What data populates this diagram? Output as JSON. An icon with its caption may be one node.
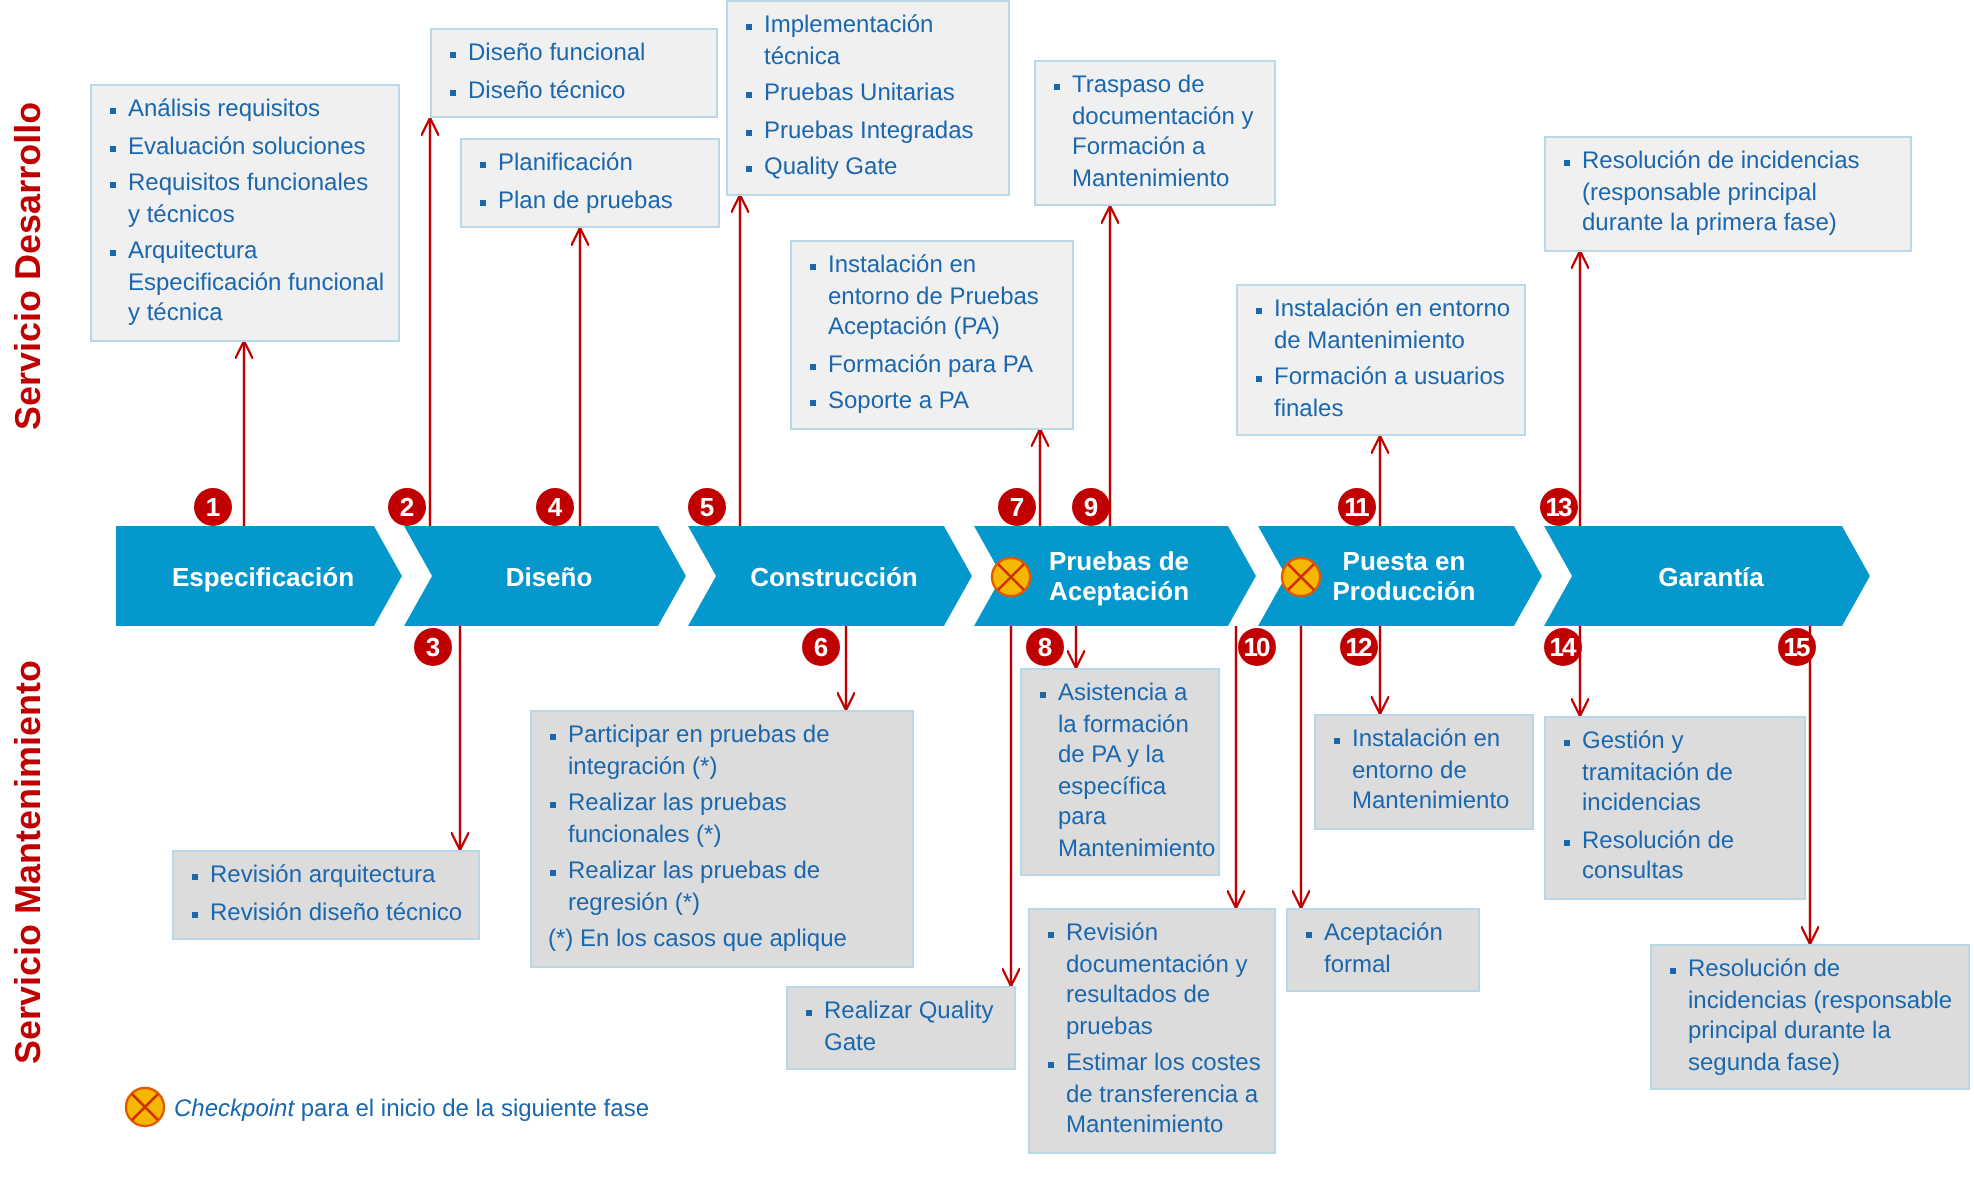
{
  "diagram": {
    "nodes": [
      {
        "text": [
          "Especificación"
        ]
      },
      {
        "text": [
          "Diseño"
        ]
      },
      {
        "text": [
          "Construcción"
        ]
      },
      {
        "text": [
          "Pruebas de Aceptación"
        ]
      },
      {
        "text": [
          "Puesta en Producción"
        ]
      },
      {
        "text": [
          "Garantía"
        ]
      },
      {
        "text": [],
        "shape": "circle",
        "in": 3
      },
      {
        "text": [],
        "shape": "circle",
        "in": 4
      },
      {
        "text": [
          "Análisis requisitos",
          "Evaluación soluciones",
          "Requisitos funcionales y técnicos",
          "Arquitectura Especificación funcional y técnica"
        ]
      },
      {
        "text": [
          "Diseño funcional",
          "Diseño técnico"
        ]
      },
      {
        "text": [
          "Planificación",
          "Plan de pruebas"
        ]
      },
      {
        "text": [
          "Implementación técnica",
          "Pruebas Unitarias",
          "Pruebas Integradas",
          "Quality Gate"
        ]
      },
      {
        "text": [
          "Instalación en entorno de Pruebas Aceptación (PA)",
          "Formación para PA",
          "Soporte a PA"
        ]
      },
      {
        "text": [
          "Traspaso de documentación y Formación a Mantenimiento"
        ]
      },
      {
        "text": [
          "Instalación en entorno de Mantenimiento",
          "Formación a usuarios finales"
        ]
      },
      {
        "text": [
          "Resolución de incidencias (responsable principal durante la primera fase)"
        ]
      },
      {
        "text": [
          "Revisión arquitectura",
          "Revisión diseño técnico"
        ]
      },
      {
        "text": [
          "Participar en pruebas de integración (*)",
          "Realizar las pruebas funcionales (*)",
          "Realizar las pruebas de regresión (*)",
          "(*) En los casos que aplique"
        ]
      },
      {
        "text": [
          "Realizar Quality Gate"
        ]
      },
      {
        "text": [
          "Asistencia a la formación de PA y la específica para Mantenimiento"
        ]
      },
      {
        "text": [
          "Revisión documentación y resultados de pruebas",
          "Estimar los costes de transferencia a Mantenimiento"
        ]
      },
      {
        "text": [
          "Instalación en entorno de Mantenimiento"
        ]
      },
      {
        "text": [
          "Aceptación formal"
        ]
      },
      {
        "text": [
          "Gestión y tramitación de incidencias",
          "Resolución de consultas"
        ]
      },
      {
        "text": [
          "Resolución de incidencias (responsable principal durante la segunda fase)"
        ]
      }
    ],
    "edges": [
      {
        "from": 0,
        "to": 8,
        "arrow": "to"
      },
      {
        "from": 1,
        "to": 9,
        "arrow": "to"
      },
      {
        "from": 1,
        "to": 10,
        "arrow": "to"
      },
      {
        "from": 2,
        "to": 11,
        "arrow": "to"
      },
      {
        "from": 3,
        "to": 12,
        "arrow": "to"
      },
      {
        "from": 3,
        "to": 13,
        "arrow": "to"
      },
      {
        "from": 4,
        "to": 14,
        "arrow": "to"
      },
      {
        "from": 5,
        "to": 15,
        "arrow": "to"
      },
      {
        "from": 1,
        "to": 16,
        "arrow": "to"
      },
      {
        "from": 2,
        "to": 17,
        "arrow": "to"
      },
      {
        "from": 6,
        "to": 18,
        "arrow": "to"
      },
      {
        "from": 3,
        "to": 19,
        "arrow": "to"
      },
      {
        "from": 3,
        "to": 20,
        "arrow": "to"
      },
      {
        "from": 7,
        "to": 22,
        "arrow": "to"
      },
      {
        "from": 4,
        "to": 21,
        "arrow": "to"
      },
      {
        "from": 5,
        "to": 23,
        "arrow": "to"
      },
      {
        "from": 5,
        "to": 24,
        "arrow": "to"
      }
    ],
    "labels": [
      "Servicio Desarrollo",
      "1",
      "2",
      "4",
      "5",
      "7",
      "9",
      "11",
      "13",
      "Servicio Mantenimiento",
      "3",
      "6",
      "8",
      "10",
      "12",
      "14",
      "15"
    ],
    "legend": [
      {
        "text": "*Checkpoint* para el inicio de la siguiente fase"
      }
    ]
  }
}
